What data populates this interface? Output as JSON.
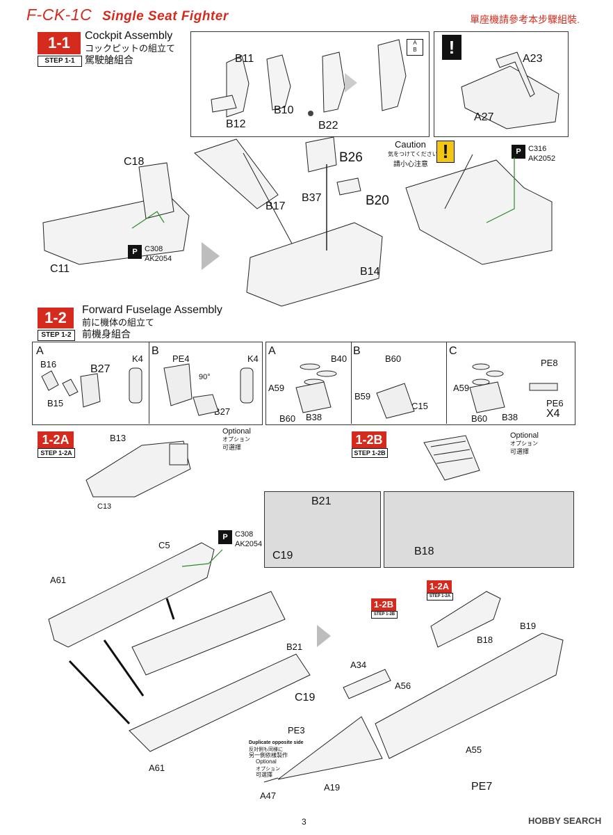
{
  "header": {
    "model": "F-CK-1C",
    "subtitle": "Single Seat Fighter",
    "cn_note": "單座機請參考本步驟組裝."
  },
  "step_1_1": {
    "badge": "1-1",
    "tag": "STEP 1-1",
    "title_en": "Cockpit Assembly",
    "title_jp": "コックピットの組立て",
    "title_cn": "駕駛艙組合",
    "parts": {
      "b11": "B11",
      "b10": "B10",
      "b12": "B12",
      "b22": "B22",
      "a23": "A23",
      "a27": "A27",
      "c18": "C18",
      "c11": "C11",
      "b26": "B26",
      "b20": "B20",
      "b17": "B17",
      "b37": "B37",
      "b14": "B14"
    },
    "paint_c308": "C308",
    "paint_ak2054": "AK2054",
    "paint_c316": "C316",
    "paint_ak2052": "AK2052",
    "caution_en": "Caution",
    "caution_jp": "気をつけてください",
    "caution_cn": "請小心注意",
    "ab_a": "A",
    "ab_b": "B"
  },
  "step_1_2": {
    "badge": "1-2",
    "tag": "STEP 1-2",
    "title_en": "Forward Fuselage Assembly",
    "title_jp": "前に機体の組立て",
    "title_cn": "前機身組合",
    "left_panel": {
      "a": "A",
      "b": "B",
      "b16": "B16",
      "b27": "B27",
      "k4": "K4",
      "b15": "B15",
      "pe4": "PE4",
      "deg": "90°",
      "b27b": "B27",
      "k4b": "K4"
    },
    "right_panel": {
      "a": "A",
      "b": "B",
      "c": "C",
      "b40": "B40",
      "a59": "A59",
      "b60": "B60",
      "b38": "B38",
      "b60b": "B60",
      "b59": "B59",
      "c15": "C15",
      "pe8": "PE8",
      "a59b": "A59",
      "pe6": "PE6",
      "x4": "X4",
      "b60c": "B60",
      "b38b": "B38"
    },
    "optional_en": "Optional",
    "optional_jp": "オプション",
    "optional_cn": "可選擇"
  },
  "step_1_2a": {
    "badge": "1-2A",
    "tag": "STEP 1-2A",
    "b13": "B13",
    "c13": "C13"
  },
  "step_1_2b": {
    "badge": "1-2B",
    "tag": "STEP 1-2B"
  },
  "fuselage": {
    "c5": "C5",
    "a61": "A61",
    "a61b": "A61",
    "b21": "B21",
    "c19": "C19",
    "c308": "C308",
    "ak2054": "AK2054",
    "pe3": "PE3",
    "a47": "A47",
    "a19": "A19",
    "a34": "A34",
    "a56": "A56",
    "a55": "A55",
    "pe7": "PE7",
    "b18": "B18",
    "b19": "B19",
    "dup_en": "Duplicate opposite side",
    "dup_jp": "反対側も同様に",
    "dup_cn": "另一側依樣製作",
    "opt_en": "Optional",
    "opt_jp": "オプション",
    "opt_cn": "可選擇",
    "inset_b21": "B21",
    "inset_c19": "C19",
    "inset_b18": "B18",
    "tag_1_2a": "1-2A",
    "tag_step_1_2a": "STEP 1-2A",
    "tag_1_2b": "1-2B",
    "tag_step_1_2b": "STEP 1-2B"
  },
  "footer": {
    "page_number": "3",
    "watermark": "HOBBY SEARCH"
  },
  "colors": {
    "accent_red": "#d52b1e",
    "caution_yellow": "#f3c613",
    "parts_grey": "#d9d9d9",
    "inset_grey": "#dcdcdc"
  }
}
